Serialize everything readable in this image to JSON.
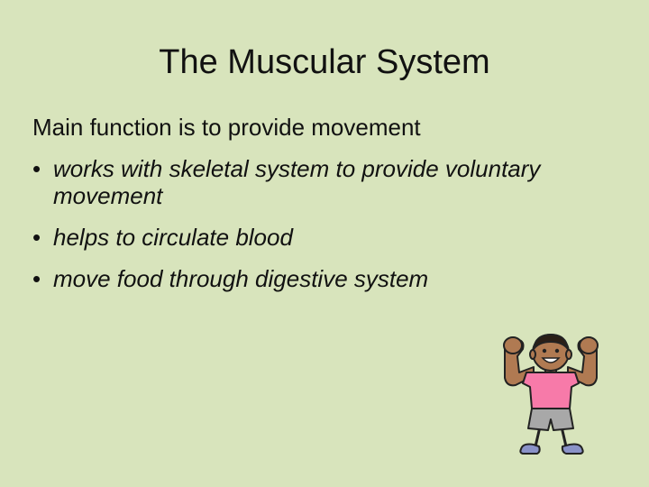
{
  "slide": {
    "title": "The Muscular System",
    "lead": "Main function is to provide movement",
    "bullets": [
      "works with skeletal system to provide voluntary movement",
      "helps to circulate blood",
      "move food through digestive system"
    ],
    "bullet_glyph": "•",
    "illustration": "flexing-boy-icon"
  },
  "colors": {
    "background": "#d8e4bc",
    "shirt": "#f77aa9",
    "shorts": "#a8a8a8",
    "skin": "#b07a52",
    "shoes": "#8a92c8"
  }
}
